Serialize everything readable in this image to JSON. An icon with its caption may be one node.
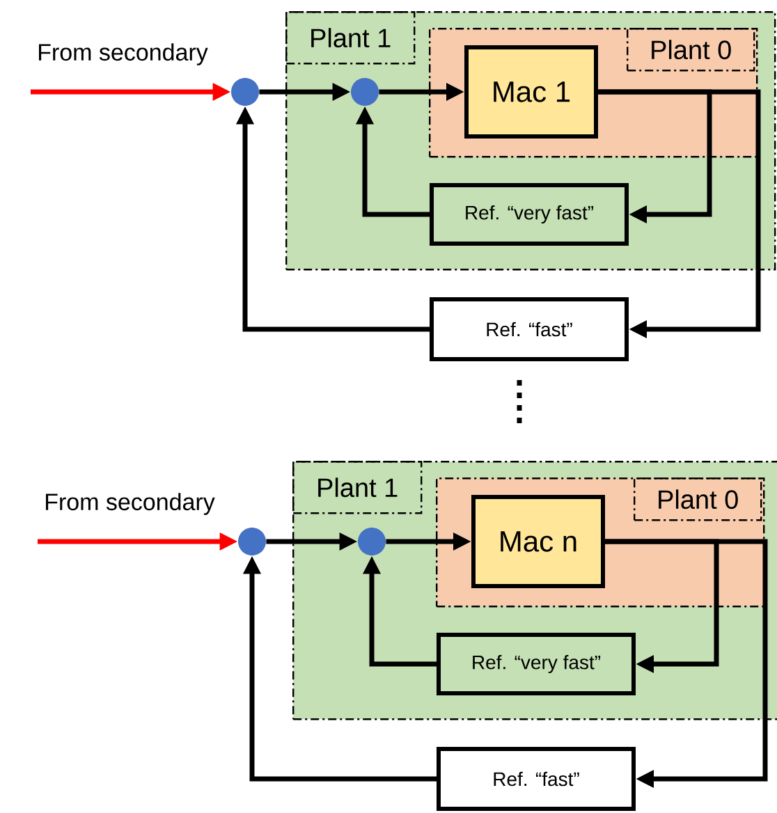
{
  "diagram": {
    "nodes": [
      {
        "text": [
          "Plant 1"
        ]
      },
      {
        "text": [
          "Plant 0"
        ],
        "in": 0
      },
      {
        "text": [],
        "shape": "circle"
      },
      {
        "text": [],
        "shape": "circle",
        "in": 0
      },
      {
        "text": [
          "Mac 1"
        ],
        "in": 1
      },
      {
        "text": [
          "Ref. “very fast”"
        ],
        "in": 0
      },
      {
        "text": [
          "Ref. “fast”"
        ]
      },
      {
        "text": [
          "Plant 1"
        ]
      },
      {
        "text": [
          "Plant 0"
        ],
        "in": 7
      },
      {
        "text": [],
        "shape": "circle"
      },
      {
        "text": [],
        "shape": "circle",
        "in": 7
      },
      {
        "text": [
          "Mac n"
        ],
        "in": 8
      },
      {
        "text": [
          "Ref. “very fast”"
        ],
        "in": 7
      },
      {
        "text": [
          "Ref. “fast”"
        ]
      }
    ],
    "edges": [
      {
        "from": null,
        "to": 2,
        "arrow": "to",
        "label": "From secondary",
        "color": "#ff0000"
      },
      {
        "from": 2,
        "to": 3,
        "arrow": "to"
      },
      {
        "from": 3,
        "to": 4,
        "arrow": "to"
      },
      {
        "from": 4,
        "to": 5,
        "arrow": "to"
      },
      {
        "from": 4,
        "to": 6,
        "arrow": "to"
      },
      {
        "from": 5,
        "to": 3,
        "arrow": "to"
      },
      {
        "from": 6,
        "to": 2,
        "arrow": "to"
      },
      {
        "from": null,
        "to": 9,
        "arrow": "to",
        "label": "From secondary",
        "color": "#ff0000"
      },
      {
        "from": 9,
        "to": 10,
        "arrow": "to"
      },
      {
        "from": 10,
        "to": 11,
        "arrow": "to"
      },
      {
        "from": 11,
        "to": 12,
        "arrow": "to"
      },
      {
        "from": 11,
        "to": 13,
        "arrow": "to"
      },
      {
        "from": 12,
        "to": 10,
        "arrow": "to"
      },
      {
        "from": 13,
        "to": 9,
        "arrow": "to"
      }
    ]
  }
}
